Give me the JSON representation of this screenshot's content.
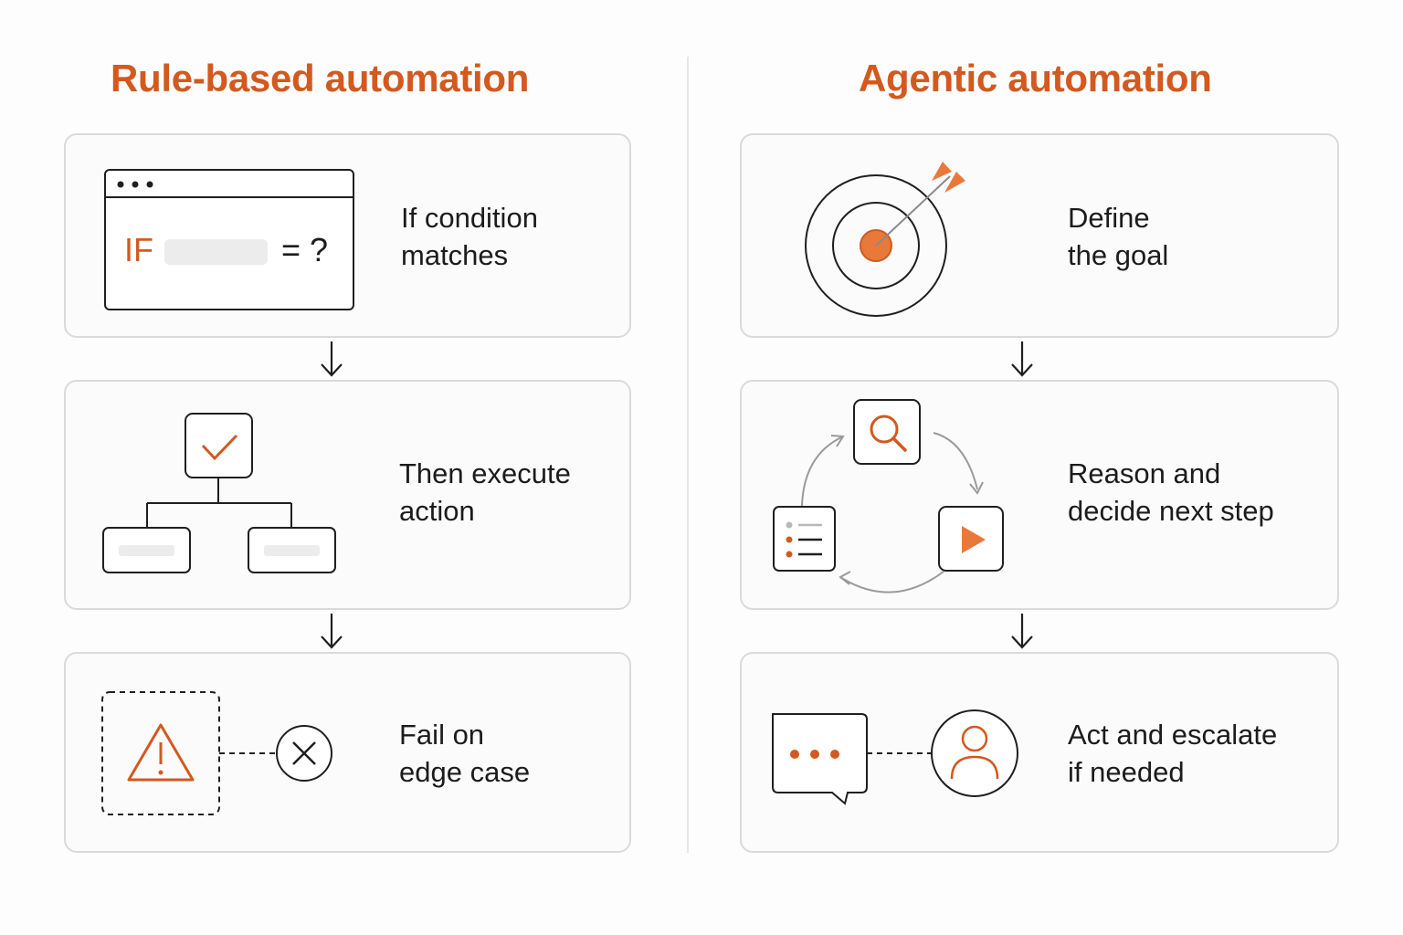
{
  "left": {
    "title": "Rule-based automation",
    "steps": [
      {
        "label": "If condition\nmatches",
        "code_keyword": "IF",
        "code_operator": "= ?"
      },
      {
        "label": "Then execute\naction"
      },
      {
        "label": "Fail on\nedge case"
      }
    ]
  },
  "right": {
    "title": "Agentic automation",
    "steps": [
      {
        "label": "Define\nthe goal"
      },
      {
        "label": "Reason and\ndecide next step"
      },
      {
        "label": "Act and escalate\nif needed"
      }
    ]
  },
  "colors": {
    "accent": "#d3591f",
    "accent_fill": "#e8793a",
    "line": "#1f1f1f",
    "border": "#dadada"
  },
  "icons": [
    "browser-window-icon",
    "decision-tree-icon",
    "warning-icon",
    "close-circle-icon",
    "target-icon",
    "search-icon",
    "play-icon",
    "checklist-icon",
    "chat-bubble-icon",
    "user-icon",
    "down-arrow-icon"
  ]
}
